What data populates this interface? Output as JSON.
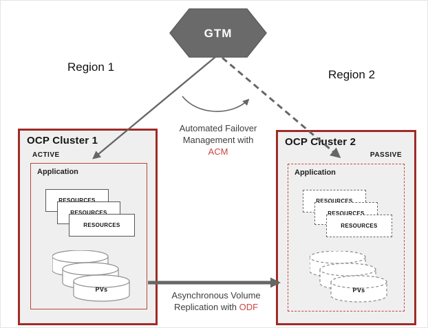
{
  "diagram": {
    "gtm_label": "GTM",
    "region1_label": "Region 1",
    "region2_label": "Region 2",
    "cluster1": {
      "title": "OCP Cluster 1",
      "state": "ACTIVE",
      "application_label": "Application",
      "resources": [
        "RESOURCES",
        "RESOURCES",
        "RESOURCES"
      ],
      "pvs_label": "PVs"
    },
    "cluster2": {
      "title": "OCP Cluster 2",
      "state": "PASSIVE",
      "application_label": "Application",
      "resources": [
        "RESOURCES",
        "RESOURCES",
        "RESOURCES"
      ],
      "pvs_label": "PVs"
    },
    "failover_annotation": {
      "line1": "Automated Failover",
      "line2": "Management with",
      "accent": "ACM"
    },
    "replication_annotation": {
      "line1": "Asynchronous Volume",
      "line2_prefix": "Replication with ",
      "accent": "ODF"
    },
    "colors": {
      "cluster_border_red": "#9e2b27",
      "application_border_red": "#b2463e",
      "accent_text_red": "#cc4440",
      "arrow_gray": "#666666",
      "hexagon_gray": "#6a6a6a",
      "cluster_background": "#f0efef"
    }
  }
}
